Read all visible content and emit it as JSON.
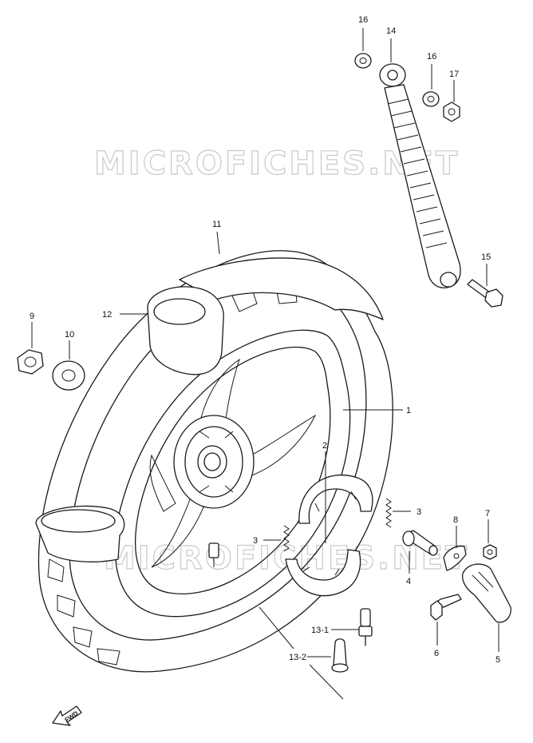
{
  "watermark": "MICROFICHES.NET",
  "direction_label": "FWD",
  "callouts": {
    "c1": "1",
    "c2": "2",
    "c3a": "3",
    "c3b": "3",
    "c4": "4",
    "c5": "5",
    "c6": "6",
    "c7": "7",
    "c8": "8",
    "c9": "9",
    "c10": "10",
    "c11": "11",
    "c12": "12",
    "c13_1": "13-1",
    "c13_2": "13-2",
    "c14": "14",
    "c15": "15",
    "c16a": "16",
    "c16b": "16",
    "c17": "17"
  },
  "parts": [
    {
      "callout": "1",
      "icon": "wheel-icon"
    },
    {
      "callout": "2",
      "icon": "brake-shoe-icon"
    },
    {
      "callout": "3",
      "icon": "spring-icon"
    },
    {
      "callout": "4",
      "icon": "camshaft-icon"
    },
    {
      "callout": "5",
      "icon": "brake-arm-icon"
    },
    {
      "callout": "6",
      "icon": "bolt-icon"
    },
    {
      "callout": "7",
      "icon": "nut-icon"
    },
    {
      "callout": "8",
      "icon": "indicator-plate-icon"
    },
    {
      "callout": "9",
      "icon": "nut-icon"
    },
    {
      "callout": "10",
      "icon": "washer-icon"
    },
    {
      "callout": "11",
      "icon": "tire-icon"
    },
    {
      "callout": "12",
      "icon": "tube-section-icon"
    },
    {
      "callout": "13-1",
      "icon": "valve-icon"
    },
    {
      "callout": "13-2",
      "icon": "valve-icon"
    },
    {
      "callout": "14",
      "icon": "shock-absorber-icon"
    },
    {
      "callout": "15",
      "icon": "bolt-icon"
    },
    {
      "callout": "16",
      "icon": "washer-icon"
    },
    {
      "callout": "17",
      "icon": "nut-icon"
    }
  ]
}
